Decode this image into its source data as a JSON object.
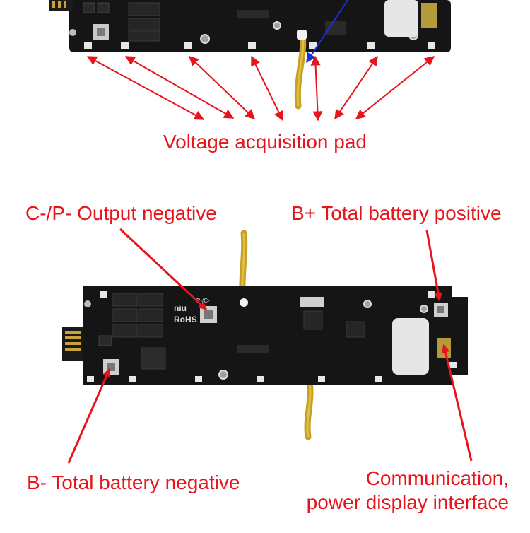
{
  "labels": {
    "voltage_pad": "Voltage acquisition pad",
    "output_negative": "C-/P- Output negative",
    "total_positive": "B+ Total battery positive",
    "total_negative": "B- Total battery negative",
    "comm_line1": "Communication,",
    "comm_line2": "power display interface"
  },
  "board_markings": {
    "brand": "niu",
    "rohs": "RoHS",
    "terminal_mark": "P-/C-"
  },
  "colors": {
    "label_red": "#e8141b",
    "arrow_red": "#e8141b",
    "arrow_blue": "#1a2fd6",
    "board_black": "#151515",
    "flex_gold": "#c8a020"
  }
}
